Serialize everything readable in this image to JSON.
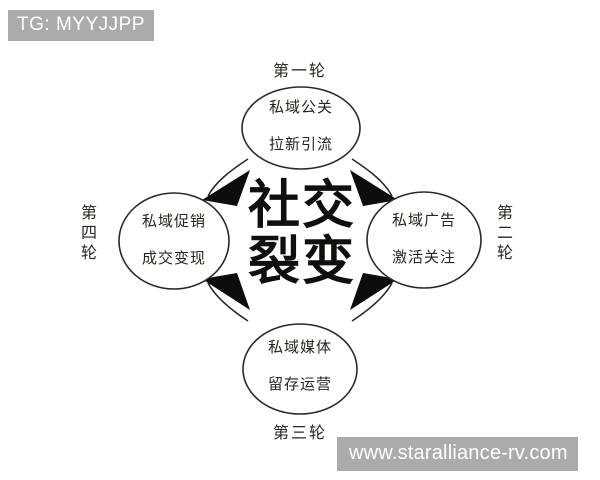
{
  "diagram": {
    "center_title_line1": "社交",
    "center_title_line2": "裂变",
    "nodes": [
      {
        "id": "top",
        "line1": "私域公关",
        "line2": "拉新引流",
        "round_label": "第一轮",
        "round_label_position": "above"
      },
      {
        "id": "right",
        "line1": "私域广告",
        "line2": "激活关注",
        "round_label": "第二轮",
        "round_label_position": "right"
      },
      {
        "id": "bottom",
        "line1": "私域媒体",
        "line2": "留存运营",
        "round_label": "第三轮",
        "round_label_position": "below"
      },
      {
        "id": "left",
        "line1": "私域促销",
        "line2": "成交变现",
        "round_label": "第四轮",
        "round_label_position": "left"
      }
    ],
    "flow_direction": "clockwise",
    "colors": {
      "stroke": "#2a2a22",
      "fill": "#ffffff",
      "arrow": "#0d0d0a",
      "text": "#26261c",
      "background": "#ffffff"
    }
  },
  "watermarks": {
    "telegram": "TG: MYYJJPP",
    "site": "www.staralliance-rv.com",
    "color": "#ababab"
  }
}
